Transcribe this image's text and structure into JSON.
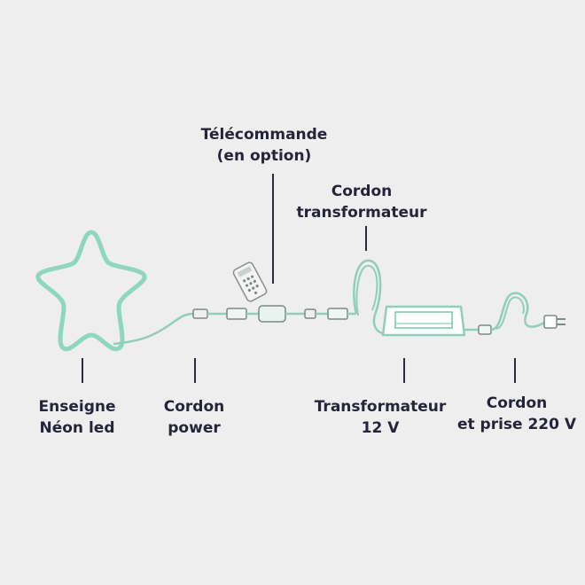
{
  "labels": {
    "telecommande": [
      "Télécommande",
      "(en option)"
    ],
    "cordon_transformateur": [
      "Cordon",
      "transformateur"
    ],
    "enseigne": [
      "Enseigne",
      "Néon led"
    ],
    "cordon_power": [
      "Cordon",
      "power"
    ],
    "transformateur": [
      "Transformateur",
      "12 V"
    ],
    "cordon_prise": [
      "Cordon",
      "et prise 220 V"
    ]
  },
  "colors": {
    "neon": "#8ed7bf",
    "cable": "#8fcfb8",
    "connector": "#7a8a86",
    "text": "#24243a",
    "pointer": "#2a2a45",
    "background": "#eeeeee"
  }
}
